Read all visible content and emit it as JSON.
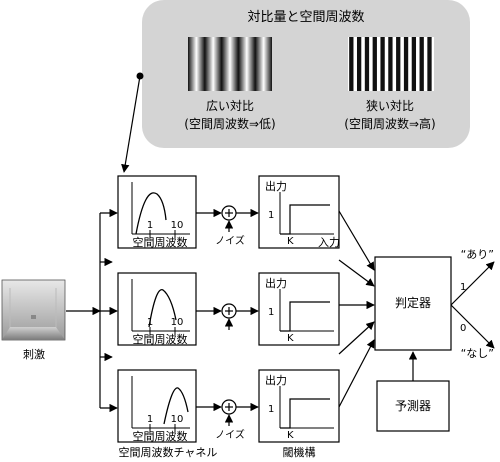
{
  "info_panel": {
    "title": "対比量と空間周波数",
    "wide": {
      "label": "広い対比",
      "sub": "(空間周波数⇒低)"
    },
    "narrow": {
      "label": "狭い対比",
      "sub": "(空間周波数⇒高)"
    }
  },
  "stimulus": {
    "label": "刺激"
  },
  "channels": [
    {
      "tick1": "1",
      "tick10": "10",
      "label": "空間周波数",
      "noise": "ノイズ"
    },
    {
      "tick1": "1",
      "tick10": "10",
      "label": "空間周波数",
      "noise": ""
    },
    {
      "tick1": "1",
      "tick10": "10",
      "label": "空間周波数",
      "noise": "ノイズ"
    }
  ],
  "channel_group_label": "空間周波数チャネル",
  "thresholds": [
    {
      "out_label": "出力",
      "one": "1",
      "k": "K",
      "in_label": "入力"
    },
    {
      "out_label": "出力",
      "one": "1",
      "k": "K",
      "in_label": ""
    },
    {
      "out_label": "出力",
      "one": "1",
      "k": "K",
      "in_label": ""
    }
  ],
  "threshold_group_label": "閾機構",
  "judge": {
    "label": "判定器",
    "out1": "1",
    "out0": "0",
    "yes": "“あり”",
    "no": "“なし”"
  },
  "predictor": {
    "label": "予測器"
  },
  "colors": {
    "panel": "#d4d4d4",
    "line": "#000000",
    "box": "#ffffff"
  }
}
